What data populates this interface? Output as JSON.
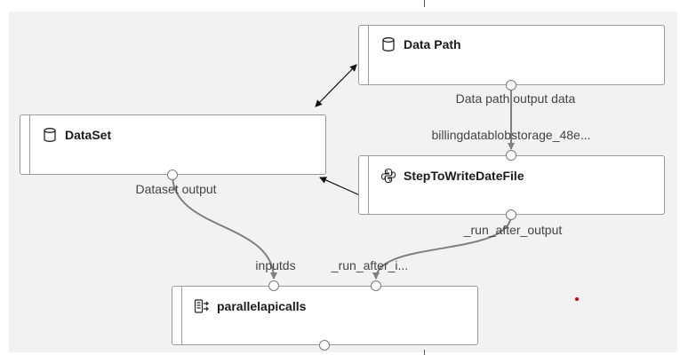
{
  "nodes": {
    "data_path": {
      "title": "Data Path",
      "icon": "cylinder-icon"
    },
    "dataset": {
      "title": "DataSet",
      "icon": "cylinder-icon"
    },
    "step": {
      "title": "StepToWriteDateFile",
      "icon": "python-icon"
    },
    "parallel": {
      "title": "parallelapicalls",
      "icon": "parallel-run-icon"
    }
  },
  "ports": {
    "data_path_output": "Data path output data",
    "step_input": "billingdatablobstorage_48e...",
    "dataset_output": "Dataset output",
    "step_output": "_run_after_output",
    "parallel_input_1": "inputds",
    "parallel_input_2": "_run_after_i..."
  },
  "colors": {
    "canvas": "#f2f2f2",
    "wire": "#808080",
    "node_border": "#9a9a9a",
    "accent_dot": "#e00000"
  }
}
